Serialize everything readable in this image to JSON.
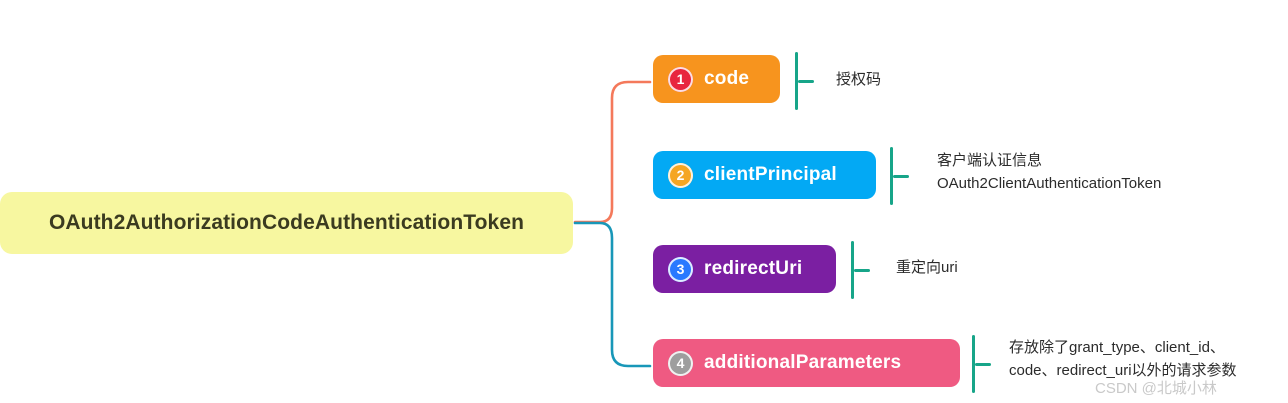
{
  "diagram": {
    "type": "mind-map",
    "root": {
      "label": "OAuth2AuthorizationCodeAuthenticationToken",
      "color": "#f7f7a0"
    },
    "children": [
      {
        "index": "1",
        "label": "code",
        "color": "#f7941e",
        "badge_color": "#e8253f",
        "annotation": "授权码"
      },
      {
        "index": "2",
        "label": "clientPrincipal",
        "color": "#03a9f4",
        "badge_color": "#f5a623",
        "annotation": "客户端认证信息\nOAuth2ClientAuthenticationToken"
      },
      {
        "index": "3",
        "label": "redirectUri",
        "color": "#7b1fa2",
        "badge_color": "#2979ff",
        "annotation": "重定向uri"
      },
      {
        "index": "4",
        "label": "additionalParameters",
        "color": "#ef5a82",
        "badge_color": "#9e9e9e",
        "annotation": "存放除了grant_type、client_id、\ncode、redirect_uri以外的请求参数"
      }
    ],
    "connector_colors": {
      "upper_branch": "#f4795b",
      "lower_branch": "#1897b8",
      "tick": "#17a589"
    }
  },
  "watermark": {
    "text": "CSDN @北城小林"
  }
}
